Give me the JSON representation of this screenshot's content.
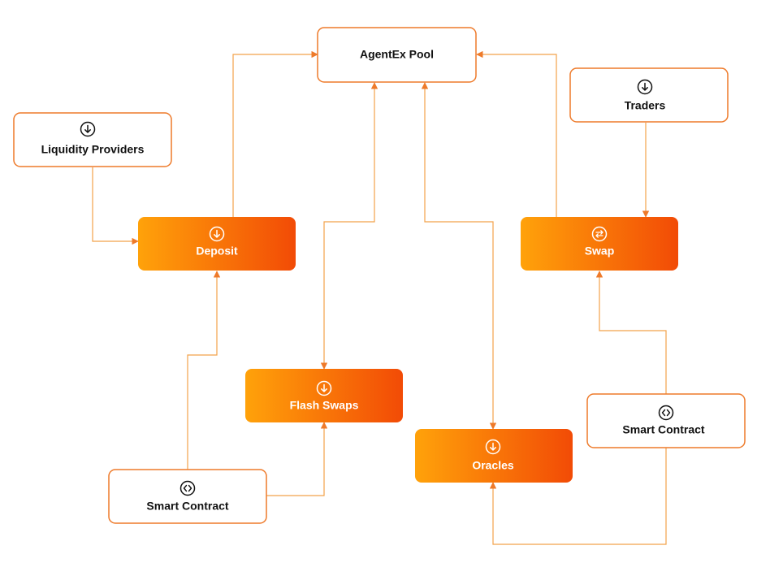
{
  "colors": {
    "accent_line": "#F2A24A",
    "box_border": "#EE7A2A",
    "gradient_start": "#FFA20A",
    "gradient_end": "#F24B06",
    "text_dark": "#111111",
    "text_light": "#FFFFFF"
  },
  "nodes": {
    "pool": {
      "label": "AgentEx Pool"
    },
    "liquidity_providers": {
      "label": "Liquidity Providers",
      "icon": "arrow-down-circle-icon"
    },
    "traders": {
      "label": "Traders",
      "icon": "arrow-down-circle-icon"
    },
    "deposit": {
      "label": "Deposit",
      "icon": "arrow-down-circle-icon"
    },
    "swap": {
      "label": "Swap",
      "icon": "swap-arrows-icon"
    },
    "flash_swaps": {
      "label": "Flash Swaps",
      "icon": "arrow-down-circle-icon"
    },
    "oracles": {
      "label": "Oracles",
      "icon": "arrow-down-circle-icon"
    },
    "smart_contract_left": {
      "label": "Smart Contract",
      "icon": "code-brackets-icon"
    },
    "smart_contract_right": {
      "label": "Smart Contract",
      "icon": "code-brackets-icon"
    }
  }
}
